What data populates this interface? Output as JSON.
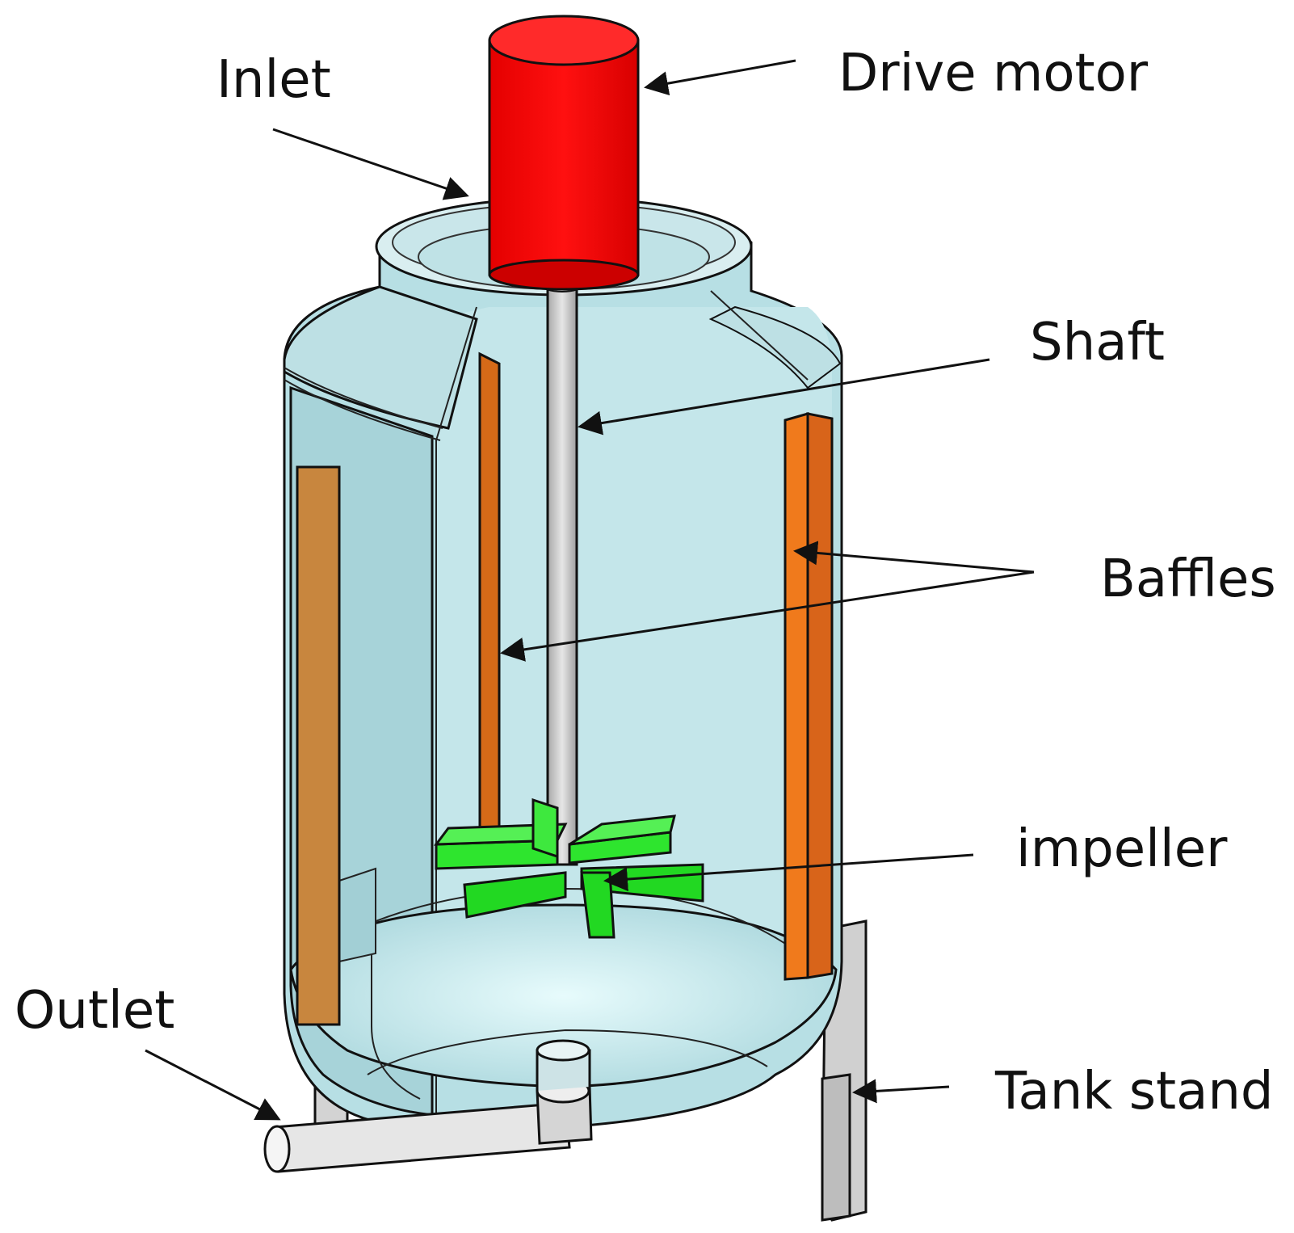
{
  "labels": {
    "inlet": "Inlet",
    "drive_motor": "Drive motor",
    "shaft": "Shaft",
    "baffles": "Baffles",
    "impeller": "impeller",
    "outlet": "Outlet",
    "tank_stand": "Tank stand"
  },
  "colors": {
    "motor": "#ff0000",
    "baffle_left": "#c8863e",
    "baffle_right": "#f07a1c",
    "impeller": "#22ee22",
    "tank_fill": "#b5dfe3",
    "shaft": "#c8c8c8"
  }
}
